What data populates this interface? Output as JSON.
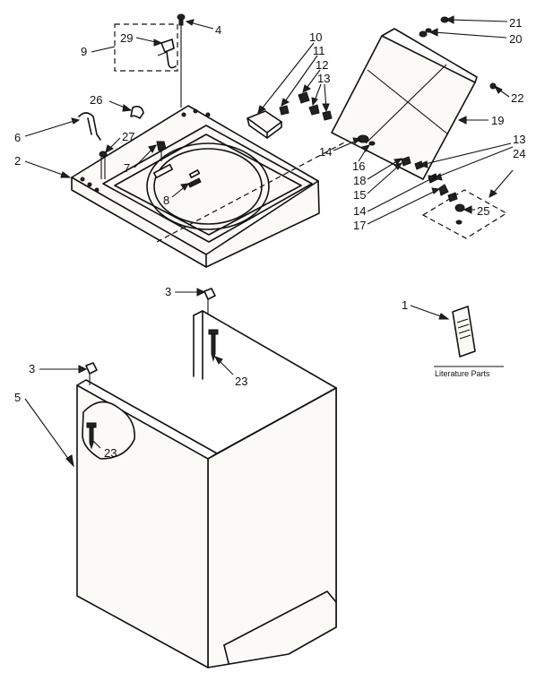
{
  "callouts": [
    {
      "id": "c1",
      "text": "1"
    },
    {
      "id": "c2",
      "text": "2"
    },
    {
      "id": "c3a",
      "text": "3"
    },
    {
      "id": "c3b",
      "text": "3"
    },
    {
      "id": "c4",
      "text": "4"
    },
    {
      "id": "c5",
      "text": "5"
    },
    {
      "id": "c6",
      "text": "6"
    },
    {
      "id": "c7",
      "text": "7"
    },
    {
      "id": "c8",
      "text": "8"
    },
    {
      "id": "c9",
      "text": "9"
    },
    {
      "id": "c10",
      "text": "10"
    },
    {
      "id": "c11",
      "text": "11"
    },
    {
      "id": "c12",
      "text": "12"
    },
    {
      "id": "c13a",
      "text": "13"
    },
    {
      "id": "c13b",
      "text": "13"
    },
    {
      "id": "c14a",
      "text": "14"
    },
    {
      "id": "c14b",
      "text": "14"
    },
    {
      "id": "c15",
      "text": "15"
    },
    {
      "id": "c16",
      "text": "16"
    },
    {
      "id": "c17",
      "text": "17"
    },
    {
      "id": "c18",
      "text": "18"
    },
    {
      "id": "c19",
      "text": "19"
    },
    {
      "id": "c20",
      "text": "20"
    },
    {
      "id": "c21",
      "text": "21"
    },
    {
      "id": "c22",
      "text": "22"
    },
    {
      "id": "c23a",
      "text": "23"
    },
    {
      "id": "c23b",
      "text": "23"
    },
    {
      "id": "c24",
      "text": "24"
    },
    {
      "id": "c25",
      "text": "25"
    },
    {
      "id": "c26",
      "text": "26"
    },
    {
      "id": "c27",
      "text": "27"
    },
    {
      "id": "c29",
      "text": "29"
    }
  ],
  "literature_label": "Literature Parts"
}
